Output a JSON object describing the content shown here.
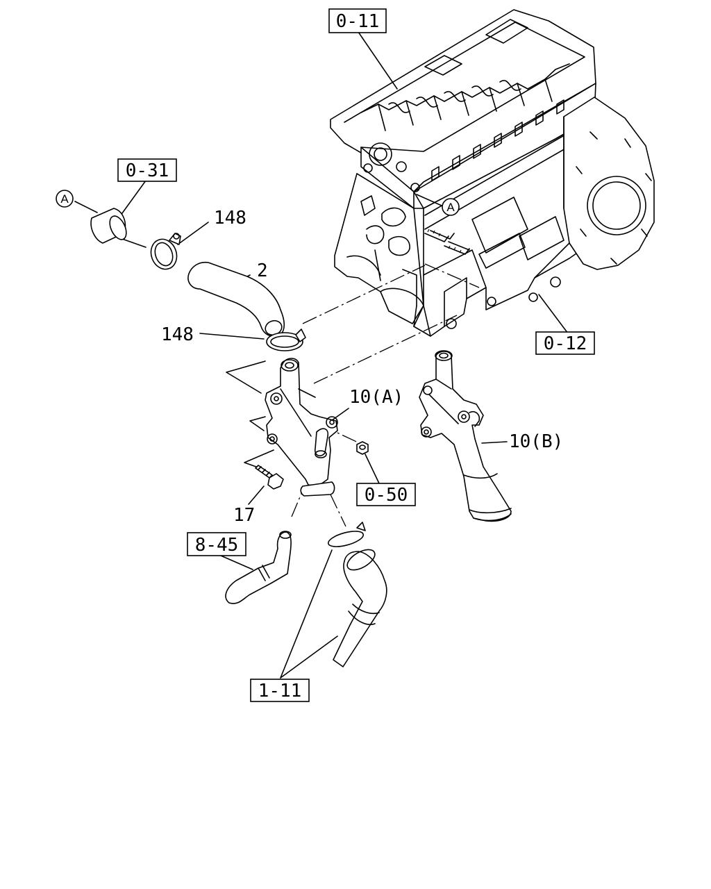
{
  "references": {
    "ref_0_11": "0-11",
    "ref_0_31": "0-31",
    "ref_0_12": "0-12",
    "ref_0_50": "0-50",
    "ref_8_45": "8-45",
    "ref_1_11": "1-11"
  },
  "parts": {
    "clamp_upper": "148",
    "hose": "2",
    "clamp_lower": "148",
    "housing_a": "10(A)",
    "housing_b": "10(B)",
    "bolt": "17"
  },
  "markers": {
    "a_left": "A",
    "a_engine": "A"
  }
}
